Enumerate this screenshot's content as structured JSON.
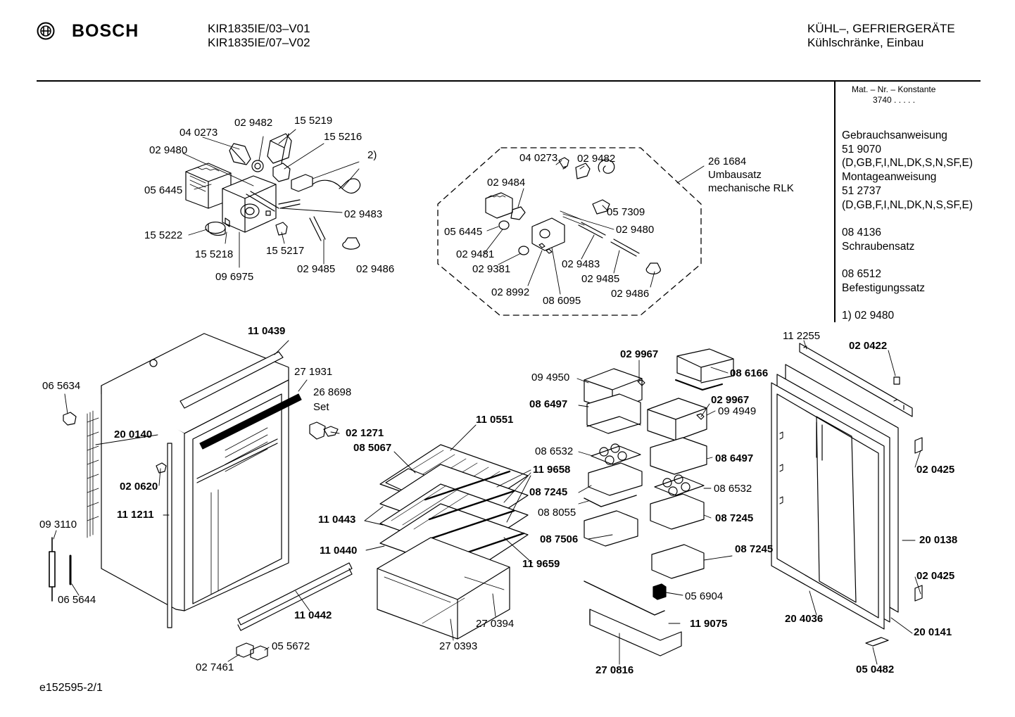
{
  "header": {
    "brand": "BOSCH",
    "model_1": "KIR1835IE/03–V01",
    "model_2": "KIR1835IE/07–V02",
    "category_1": "KÜHL–, GEFRIERGERÄTE",
    "category_2": "Kühlschränke, Einbau"
  },
  "sidebar": {
    "matnr_label": "Mat. – Nr. – Konstante",
    "matnr_value": "3740 .  .  .  .  .",
    "lines": [
      "Gebrauchsanweisung",
      "51 9070",
      "(D,GB,F,I,NL,DK,S,N,SF,E)",
      "Montageanweisung",
      "51 2737",
      "(D,GB,F,I,NL,DK,N,S,SF,E)",
      "",
      "08 4136",
      "Schraubensatz",
      "",
      "08 6512",
      "Befestigungssatz",
      "",
      "1)  02 9480"
    ]
  },
  "kit": {
    "number": "26 1684",
    "line_1": "Umbausatz",
    "line_2": "mechanische RLK"
  },
  "footer_code": "e152595-2/1",
  "callouts": {
    "c1": "04 0273",
    "c2": "02 9482",
    "c3": "15 5219",
    "c4": "15 5216",
    "c5": "02 9480",
    "c6": "2)",
    "c7": "05 6445",
    "c8": "02 9483",
    "c9": "15 5222",
    "c10": "15 5218",
    "c11": "15 5217",
    "c12": "09 6975",
    "c13": "02 9485",
    "c14": "02 9486",
    "k1": "04 0273",
    "k2": "02 9482",
    "k3": "02 9484",
    "k4": "05 7309",
    "k5": "05 6445",
    "k6": "02 9480",
    "k7": "02 9481",
    "k8": "02 9381",
    "k9": "02 9483",
    "k10": "02 9485",
    "k11": "02 8992",
    "k12": "08 6095",
    "k13": "02 9486",
    "m1": "11 0439",
    "m2": "06 5634",
    "m3": "27 1931",
    "m4": "26 8698",
    "m5": "Set",
    "m6": "02 1271",
    "m7": "20 0140",
    "m8": "02 0620",
    "m9": "11 1211",
    "m10": "09 3110",
    "m11": "06 5644",
    "m12": "11 0442",
    "m13": "05 5672",
    "m14": "02 7461",
    "s1": "11 0551",
    "s2": "08 5067",
    "s3": "11 9658",
    "s4": "11 0443",
    "s5": "11 0440",
    "s6": "11 9659",
    "s7": "27 0394",
    "s8": "27 0393",
    "d1": "02 9967",
    "d2": "09 4950",
    "d3": "08 6497",
    "d4": "08 6166",
    "d5": "02 9967",
    "d6": "09 4949",
    "d7": "08 6532",
    "d8": "08 6497",
    "d9": "08 7245",
    "d10": "08 6532",
    "d11": "08 8055",
    "d12": "08 7245",
    "d13": "08 7506",
    "d14": "08 7245",
    "d15": "05 6904",
    "d16": "11 9075",
    "d17": "27 0816",
    "r1": "11 2255",
    "r2": "02 0422",
    "r3": "02 0425",
    "r4": "20 0138",
    "r5": "02 0425",
    "r6": "20 4036",
    "r7": "20 0141",
    "r8": "05 0482"
  }
}
